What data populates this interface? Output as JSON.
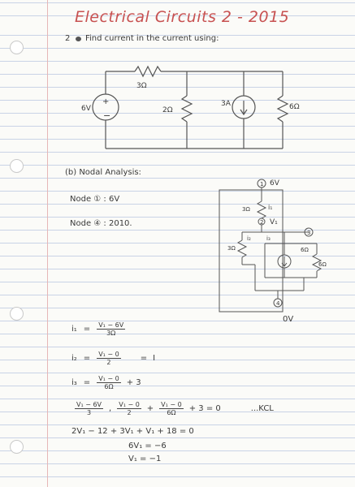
{
  "title": "Electrical Circuits 2 - 2015",
  "question": {
    "number": "2",
    "text": "Find current in the current using:"
  },
  "circuit1": {
    "source_voltage": "6V",
    "plus": "+",
    "minus": "−",
    "r_series": "3Ω",
    "r_mid": "2Ω",
    "current_source": "3A",
    "r_right": "6Ω"
  },
  "part_b": {
    "heading": "(b) Nodal Analysis:",
    "node1": "Node ① : 6V",
    "node4": "Node ④ : 2010."
  },
  "circuit2": {
    "node1_marker": "1",
    "node1_voltage": "6V",
    "r_top": "3Ω",
    "i1_label": "i₁",
    "node2_marker": "2",
    "node2_voltage": "V₁",
    "i2_label": "i₂",
    "i3_label": "i₃",
    "node3_marker": "3",
    "r_left": "3Ω",
    "r_bottom": "6Ω",
    "r_right": "6Ω",
    "node4_marker": "4",
    "ground_voltage": "0V"
  },
  "equations": {
    "i1": {
      "label": "i₁",
      "rel": "=",
      "num": "V₁ − 6V",
      "den": "3Ω"
    },
    "i2": {
      "label": "i₂",
      "rel": "=",
      "num": "V₁ − 0",
      "den": "2",
      "result": "I"
    },
    "i3": {
      "label": "i₃",
      "rel": "=",
      "num": "V₁ − 0",
      "den": "6Ω",
      "add": "+ 3"
    },
    "kcl": {
      "t1_num": "V₁ − 6V",
      "t1_den": "3",
      "sep": ",",
      "t2_num": "V₁ − 0",
      "t2_den": "2",
      "plus": "+",
      "t3_num": "V₁ − 0",
      "t3_den": "6Ω",
      "tail": "+ 3 = 0",
      "tag": "...KCL"
    },
    "line5": "2V₁ − 12 + 3V₁ + V₁ + 18  = 0",
    "line6": "6V₁ = −6",
    "line7": "V₁ = −1"
  }
}
